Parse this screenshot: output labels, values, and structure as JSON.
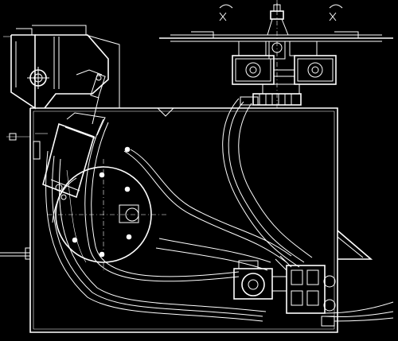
{
  "drawing": {
    "background_color": "#000000",
    "line_color": "#ffffff",
    "components": [
      "hinge-bracket",
      "machine-frame",
      "rotary-head-assembly",
      "pneumatic-cylinder",
      "drive-wheel",
      "hose-bundle",
      "motor-unit",
      "valve-block",
      "side-chute"
    ]
  }
}
